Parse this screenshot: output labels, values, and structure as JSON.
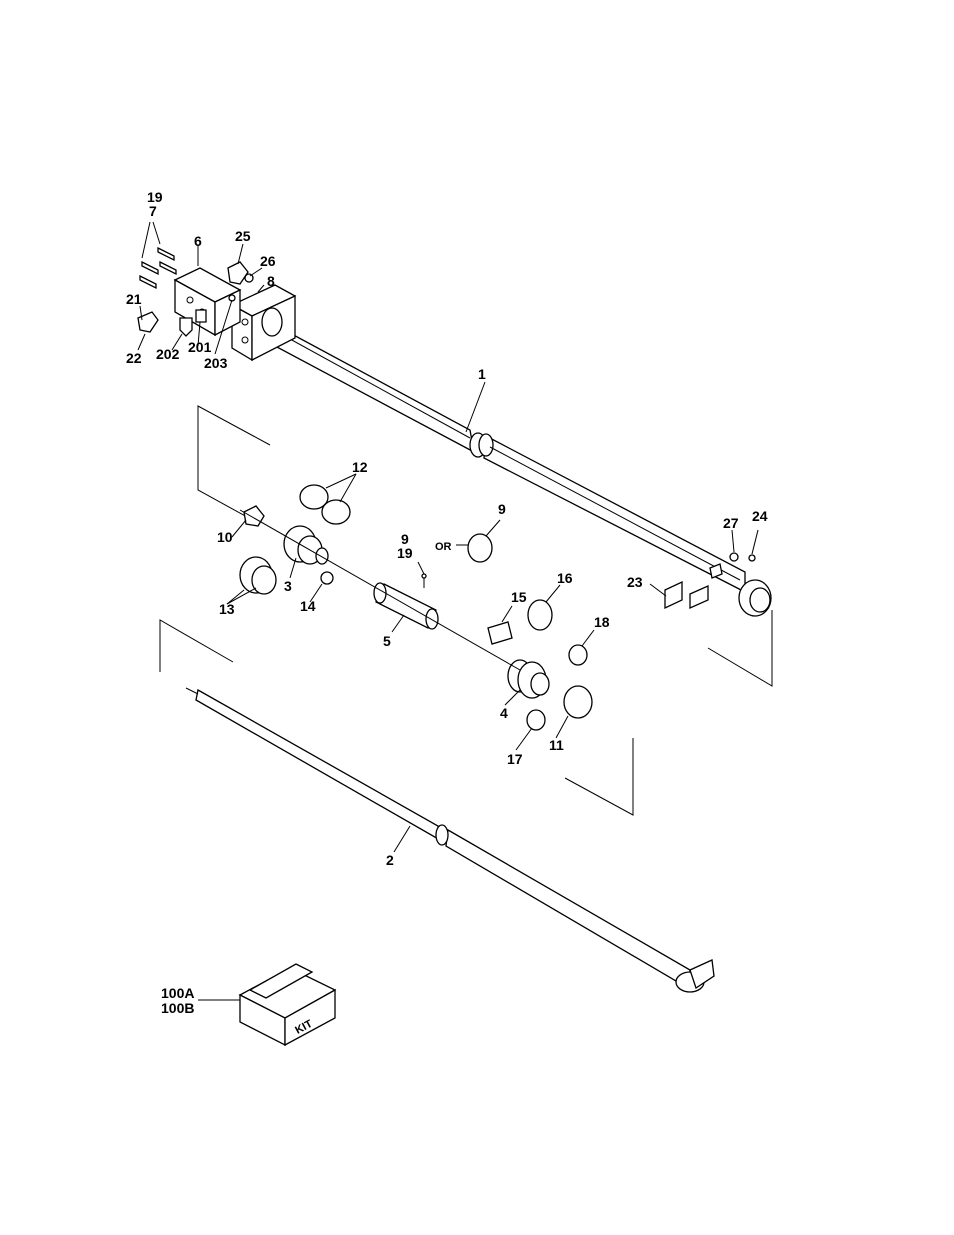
{
  "callouts": {
    "c19a": "19",
    "c7": "7",
    "c6": "6",
    "c25": "25",
    "c26": "26",
    "c8": "8",
    "c21": "21",
    "c22": "22",
    "c202": "202",
    "c201": "201",
    "c203": "203",
    "c1": "1",
    "c12": "12",
    "c9a": "9",
    "c10": "10",
    "c3": "3",
    "c9b": "9",
    "c19b": "19",
    "c13": "13",
    "c14": "14",
    "c5": "5",
    "c15": "15",
    "c16": "16",
    "c18": "18",
    "c27": "27",
    "c24": "24",
    "c23": "23",
    "c4": "4",
    "c11": "11",
    "c17": "17",
    "c2": "2",
    "c100a": "100A",
    "c100b": "100B"
  },
  "labels": {
    "or": "OR",
    "kit": "KIT"
  }
}
